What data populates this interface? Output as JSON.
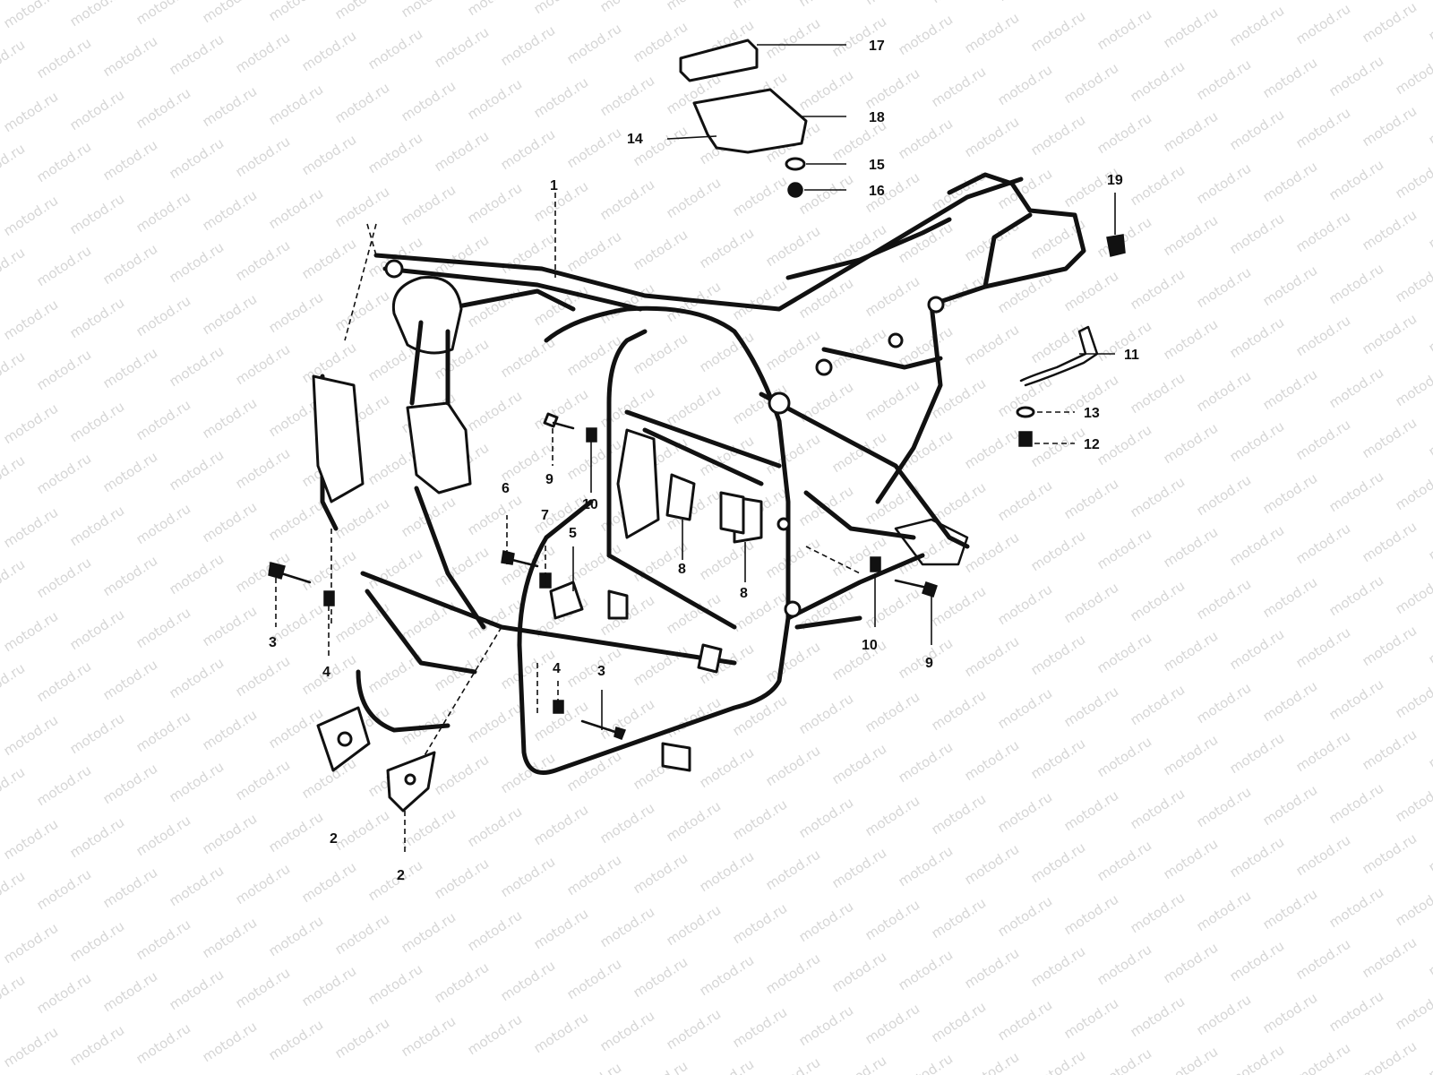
{
  "watermark": "motod.ru",
  "callouts": [
    {
      "id": "c17",
      "label": "17"
    },
    {
      "id": "c18",
      "label": "18"
    },
    {
      "id": "c14",
      "label": "14"
    },
    {
      "id": "c15",
      "label": "15"
    },
    {
      "id": "c16",
      "label": "16"
    },
    {
      "id": "c19",
      "label": "19"
    },
    {
      "id": "c1",
      "label": "1"
    },
    {
      "id": "c11",
      "label": "11"
    },
    {
      "id": "c13",
      "label": "13"
    },
    {
      "id": "c12",
      "label": "12"
    },
    {
      "id": "c9a",
      "label": "9"
    },
    {
      "id": "c10a",
      "label": "10"
    },
    {
      "id": "c6",
      "label": "6"
    },
    {
      "id": "c7",
      "label": "7"
    },
    {
      "id": "c5",
      "label": "5"
    },
    {
      "id": "c8a",
      "label": "8"
    },
    {
      "id": "c8b",
      "label": "8"
    },
    {
      "id": "c10b",
      "label": "10"
    },
    {
      "id": "c9b",
      "label": "9"
    },
    {
      "id": "c3a",
      "label": "3"
    },
    {
      "id": "c4a",
      "label": "4"
    },
    {
      "id": "c3b",
      "label": "3"
    },
    {
      "id": "c4b",
      "label": "4"
    },
    {
      "id": "c2a",
      "label": "2"
    },
    {
      "id": "c2b",
      "label": "2"
    }
  ]
}
